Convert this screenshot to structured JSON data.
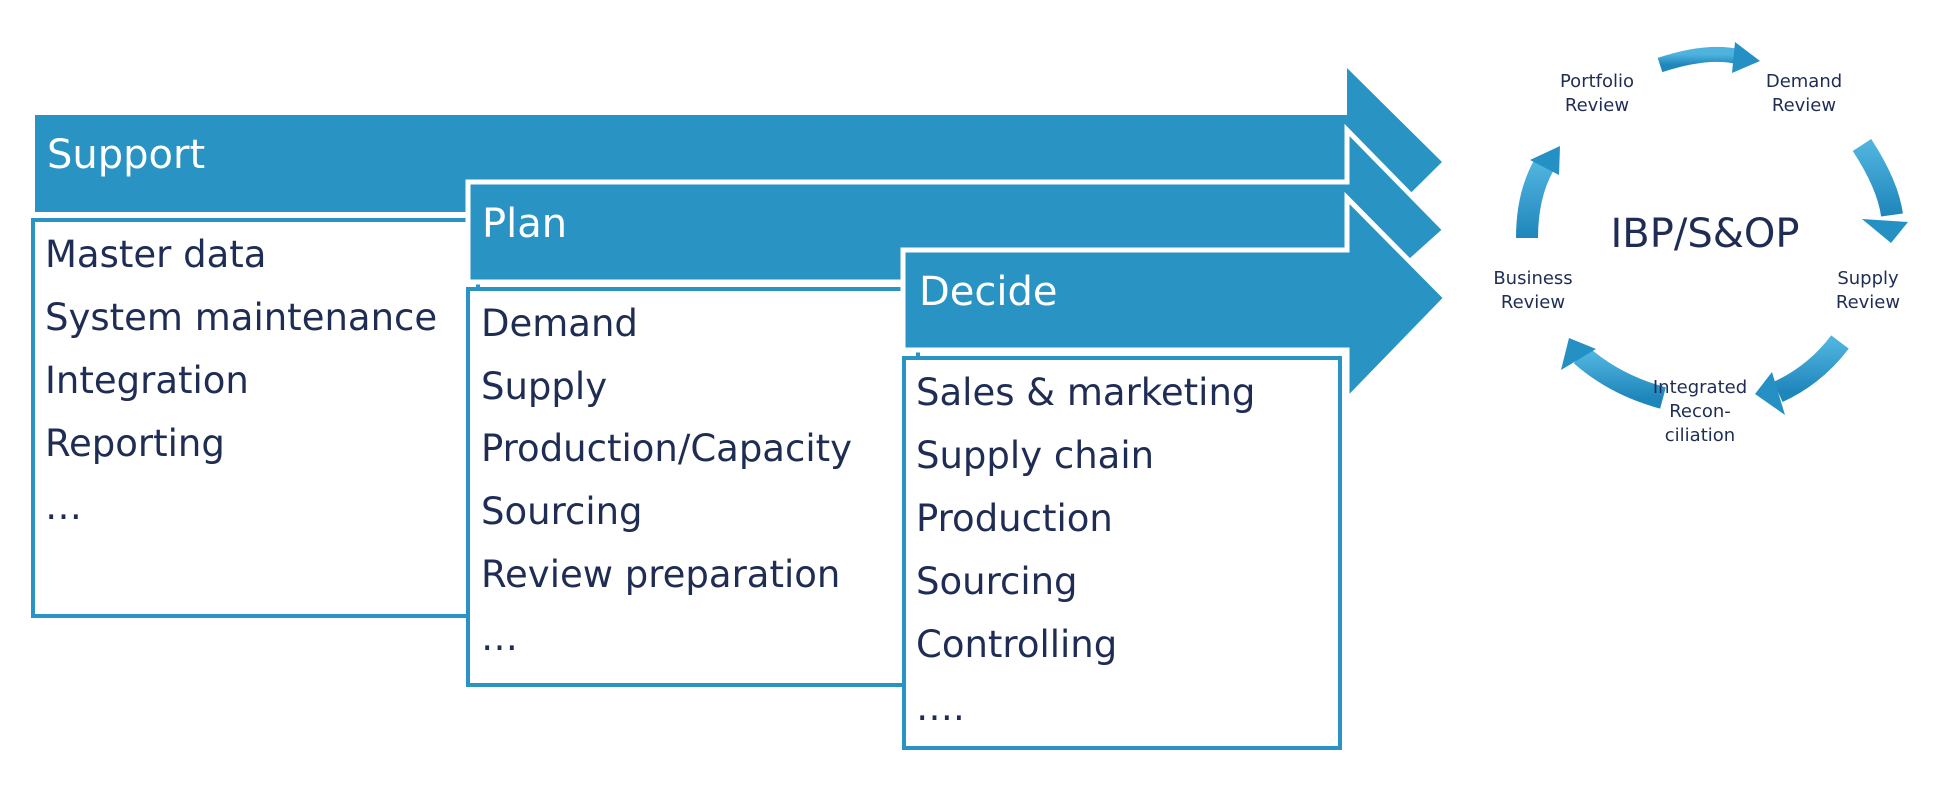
{
  "colors": {
    "accent": "#2994c3",
    "text": "#1f2d55",
    "background": "#ffffff"
  },
  "lanes": [
    {
      "title": "Support",
      "items": [
        "Master data",
        "System maintenance",
        "Integration",
        "Reporting",
        "…"
      ]
    },
    {
      "title": "Plan",
      "items": [
        "Demand",
        "Supply",
        "Production/Capacity",
        "Sourcing",
        "Review preparation",
        "…"
      ]
    },
    {
      "title": "Decide",
      "items": [
        "Sales & marketing",
        "Supply chain",
        "Production",
        "Sourcing",
        "Controlling",
        "…."
      ]
    }
  ],
  "cycle": {
    "center": "IBP/S&OP",
    "steps": [
      {
        "lines": [
          "Portfolio",
          "Review"
        ]
      },
      {
        "lines": [
          "Demand",
          "Review"
        ]
      },
      {
        "lines": [
          "Supply",
          "Review"
        ]
      },
      {
        "lines": [
          "Integrated",
          "Recon-",
          "ciliation"
        ]
      },
      {
        "lines": [
          "Business",
          "Review"
        ]
      }
    ]
  }
}
